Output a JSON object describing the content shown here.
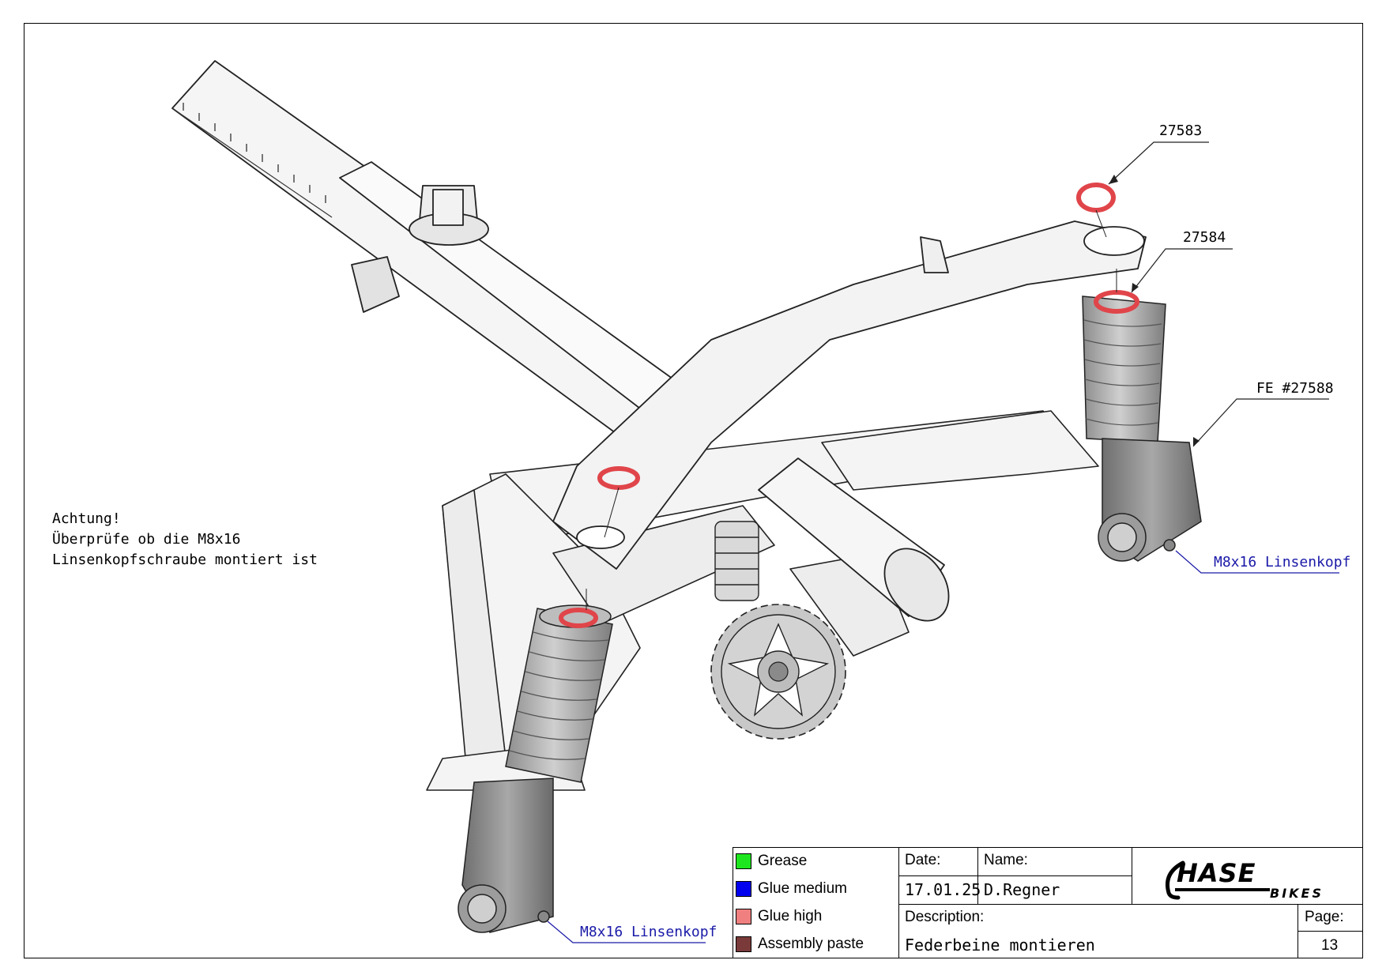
{
  "callouts": {
    "part_27583": "27583",
    "part_27584": "27584",
    "part_fe": "FE #27588",
    "screw_right": "M8x16 Linsenkopf",
    "screw_left": "M8x16 Linsenkopf"
  },
  "note": {
    "line1": "Achtung!",
    "line2": "Überprüfe ob die M8x16",
    "line3": "Linsenkopfschraube montiert ist"
  },
  "legend": [
    {
      "label": "Grease",
      "color": "#1ee61e"
    },
    {
      "label": "Glue medium",
      "color": "#0000ee"
    },
    {
      "label": "Glue high",
      "color": "#f08080"
    },
    {
      "label": "Assembly paste",
      "color": "#7a3a3a"
    }
  ],
  "title_block": {
    "date_label": "Date:",
    "date_value": "17.01.25",
    "name_label": "Name:",
    "name_value": "D.Regner",
    "description_label": "Description:",
    "description_value": "Federbeine montieren",
    "page_label": "Page:",
    "page_value": "13",
    "logo_main": "HASE",
    "logo_sub": "BIKES"
  },
  "colors": {
    "seal_red": "#e0454a",
    "frame_fill": "#f2f2f2",
    "shock_fill": "#a9a9a9",
    "leader_blue": "#1a1aa8"
  }
}
